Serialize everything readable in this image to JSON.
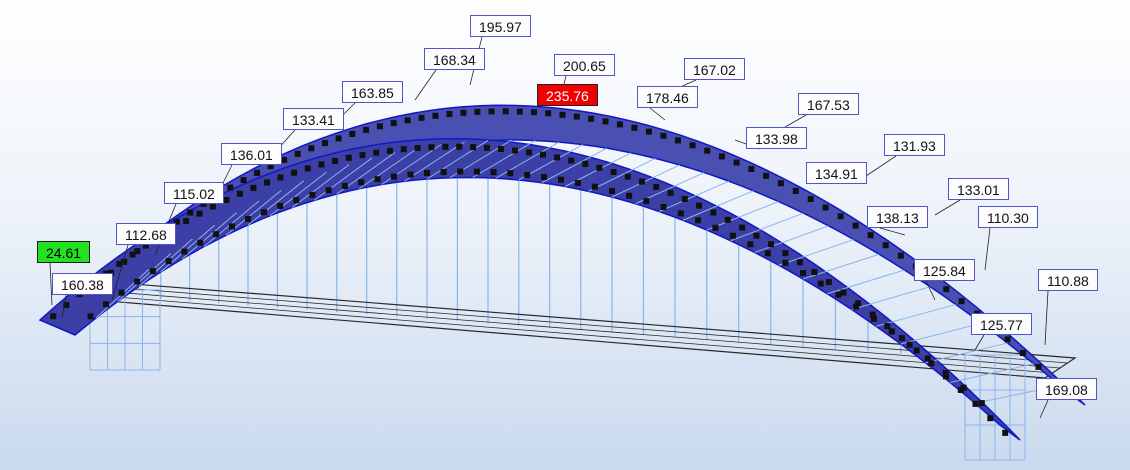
{
  "colors": {
    "arch": "#3b3fa6",
    "arch_edge": "#1018c8",
    "hanger": "#8ab4ec",
    "deck": "#2a2a2a",
    "label_border": "#4f56c8",
    "min_label": "#22e022",
    "max_label": "#f00000"
  },
  "labels": {
    "min": "24.61",
    "max": "235.76",
    "l1": "160.38",
    "l2": "112.68",
    "l3": "115.02",
    "l4": "136.01",
    "l5": "133.41",
    "l6": "163.85",
    "l7": "168.34",
    "l8": "195.97",
    "l9": "200.65",
    "l10": "178.46",
    "l11": "167.02",
    "l12": "167.53",
    "l13": "133.98",
    "l14": "131.93",
    "l15": "134.91",
    "l16": "133.01",
    "l17": "138.13",
    "l18": "110.30",
    "l19": "125.84",
    "l20": "110.88",
    "l21": "125.77",
    "l22": "169.08"
  }
}
